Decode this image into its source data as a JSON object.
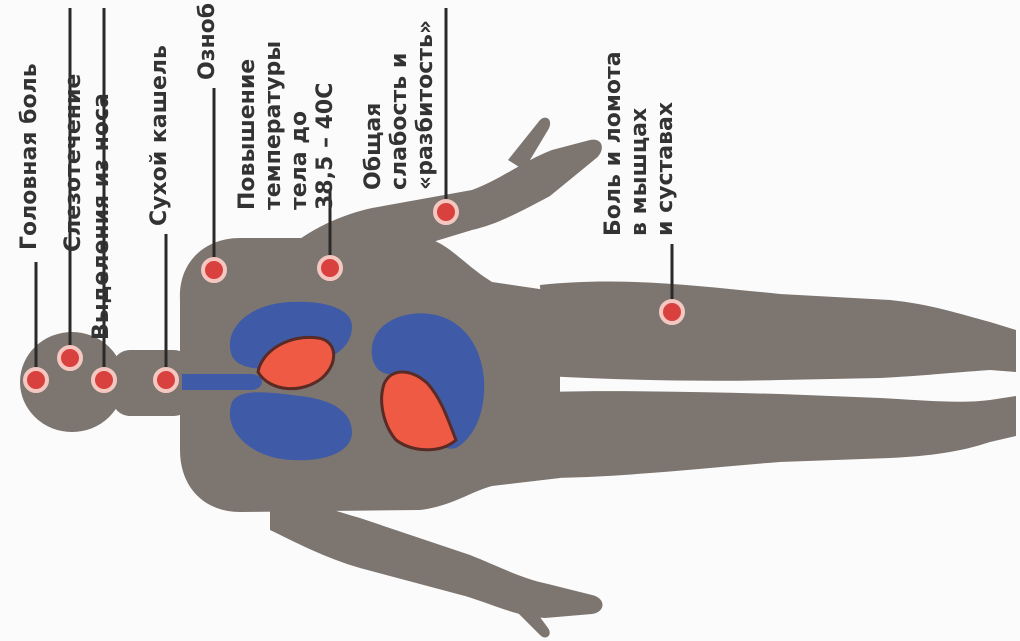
{
  "symptoms": {
    "headache": [
      "Головная боль"
    ],
    "tearing": [
      "Слезотечение"
    ],
    "nasal": [
      "Выделения из носа"
    ],
    "cough": [
      "Сухой кашель"
    ],
    "chills": [
      "Озноб"
    ],
    "fever": [
      "Повышение",
      "температуры",
      "тела до",
      "38,5 – 40С"
    ],
    "weakness": [
      "Общая",
      "слабость и",
      "«разбитость»"
    ],
    "aches": [
      "Боль и ломота",
      "в мышцах",
      "и суставах"
    ]
  },
  "colors": {
    "body": "#7d7570",
    "lungs": "#3f5aa6",
    "organs": "#ee5a43",
    "marker": "#d9413f",
    "text": "#333333"
  }
}
